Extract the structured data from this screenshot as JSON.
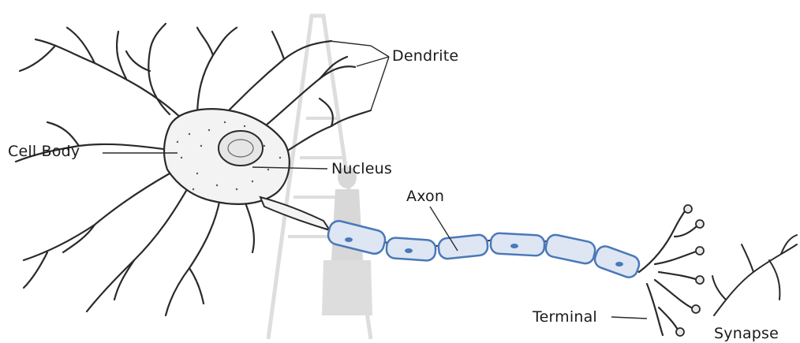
{
  "diagram": {
    "labels": {
      "dendrite": "Dendrite",
      "cell_body": "Cell Body",
      "nucleus": "Nucleus",
      "axon": "Axon",
      "terminal": "Terminal",
      "synapse": "Synapse"
    },
    "colors": {
      "line": "#2a2a2a",
      "myelin_outline": "#4a78b8",
      "myelin_fill": "#dde6f2",
      "cell_fill": "#f3f3f3",
      "watermark": "#c4c4c4"
    }
  }
}
